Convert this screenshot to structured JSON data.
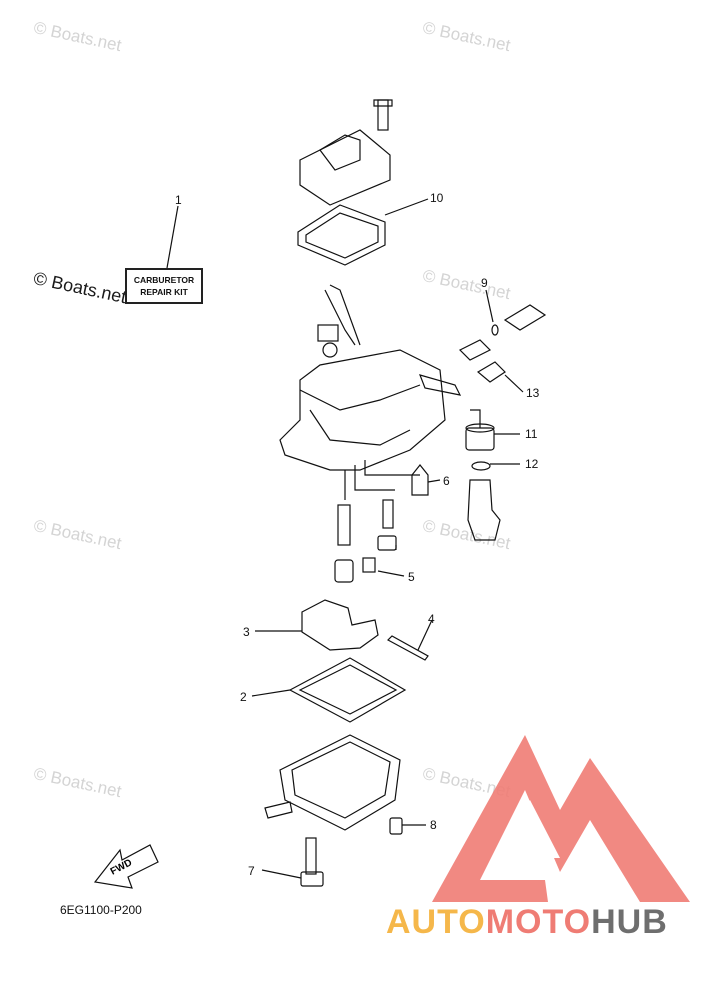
{
  "watermark": "© Boats.net",
  "repair_kit_label": {
    "line1": "CARBURETOR",
    "line2": "REPAIR KIT"
  },
  "callouts": [
    {
      "id": "1",
      "text": "1"
    },
    {
      "id": "2",
      "text": "2"
    },
    {
      "id": "3",
      "text": "3"
    },
    {
      "id": "4",
      "text": "4"
    },
    {
      "id": "5",
      "text": "5"
    },
    {
      "id": "6",
      "text": "6"
    },
    {
      "id": "7",
      "text": "7"
    },
    {
      "id": "8",
      "text": "8"
    },
    {
      "id": "9",
      "text": "9"
    },
    {
      "id": "10",
      "text": "10"
    },
    {
      "id": "11",
      "text": "11"
    },
    {
      "id": "12",
      "text": "12"
    },
    {
      "id": "13",
      "text": "13"
    }
  ],
  "fwd_label": "FWD",
  "diagram_code": "6EG1100-P200",
  "brand": {
    "part1": "AUTO",
    "part2": "MOTO",
    "part3": "HUB"
  },
  "colors": {
    "logo_red": "#ef7c74",
    "logo_orange": "#f5b74a",
    "logo_gray": "#6e6e6e",
    "watermark": "#d4d4d4"
  }
}
